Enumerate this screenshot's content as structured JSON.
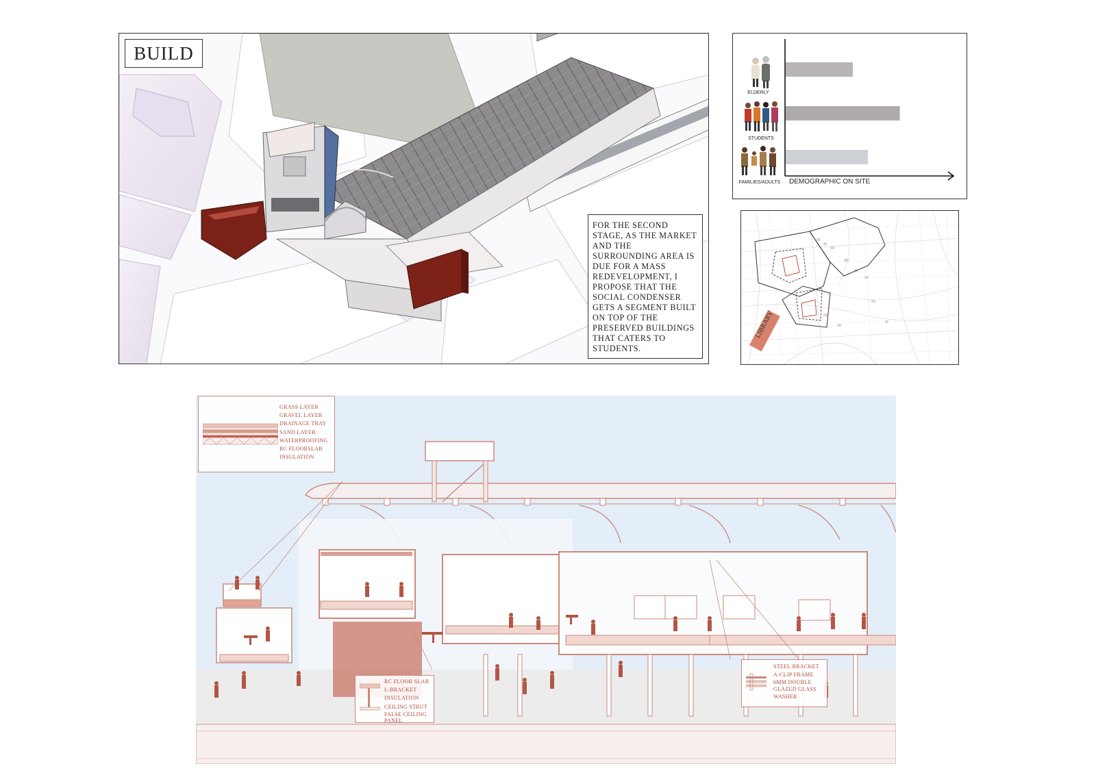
{
  "build_panel": {
    "title": "BUILD",
    "description": "FOR THE SECOND STAGE, AS THE MARKET AND THE SURROUNDING AREA IS DUE FOR A MASS REDEVELOPMENT, I PROPOSE THAT THE SOCIAL CONDENSER GETS A SEGMENT BUILT ON TOP OF THE PRESERVED BUILDINGS THAT CATERS TO STUDENTS."
  },
  "demographic": {
    "axis_label": "DEMOGRAPHIC ON SITE",
    "colors": {
      "elderly": "#b9b5b6",
      "students": "#aeaaab",
      "families": "#cdd0d4"
    }
  },
  "chart_data": {
    "type": "bar",
    "orientation": "horizontal",
    "categories": [
      "ELDERLY",
      "STUDENTS",
      "FAMILIES/ADULTS"
    ],
    "values": [
      40,
      68,
      49
    ],
    "xlabel": "DEMOGRAPHIC ON SITE",
    "ylabel": "",
    "xlim": [
      0,
      100
    ],
    "grid": false
  },
  "map": {
    "label": "LIBRARY",
    "accent": "#d8826c"
  },
  "section": {
    "roof_legend": [
      "GRASS LAYER",
      "GRAVEL LAYER",
      "DRAINAGE TRAY",
      "SAND LAYER",
      "WATERPROOFING",
      "RC FLOORSLAB",
      "INSULATION"
    ],
    "floor_legend": [
      "RC FLOOR SLAB",
      "L-BRACKET",
      "INSULATION",
      "CEILING STRUT",
      "FALSE CEILING",
      "PANEL"
    ],
    "glazing_legend": [
      "STEEL BRACKET",
      "A-CLIP FRAME",
      "6MM DOUBLE",
      "GLAZED GLASS",
      "WASHER"
    ],
    "accent": "#b34a36"
  }
}
